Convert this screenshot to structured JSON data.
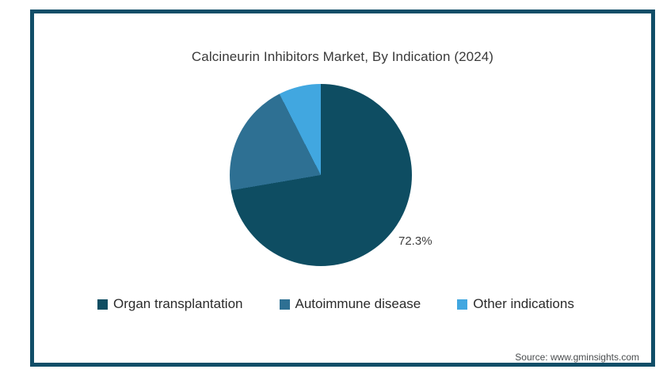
{
  "header": {
    "title": "Calcineurin Inhibitors Market, By Indication (2024)"
  },
  "chart_data": {
    "type": "pie",
    "title": "Calcineurin Inhibitors Market, By Indication (2024)",
    "categories": [
      "Organ transplantation",
      "Autoimmune disease",
      "Other indications"
    ],
    "values": [
      72.3,
      20.2,
      7.5
    ],
    "unit": "%",
    "datalabels": [
      "72.3%",
      "",
      ""
    ],
    "colors": [
      "#0E4D62",
      "#2E7093",
      "#41A7E0"
    ],
    "start_angle_deg": 0,
    "direction": "clockwise",
    "legend_position": "bottom"
  },
  "footer": {
    "source": "Source: www.gminsights.com"
  },
  "frame": {
    "border_color": "#114E68",
    "background": "#FFFFFF"
  }
}
